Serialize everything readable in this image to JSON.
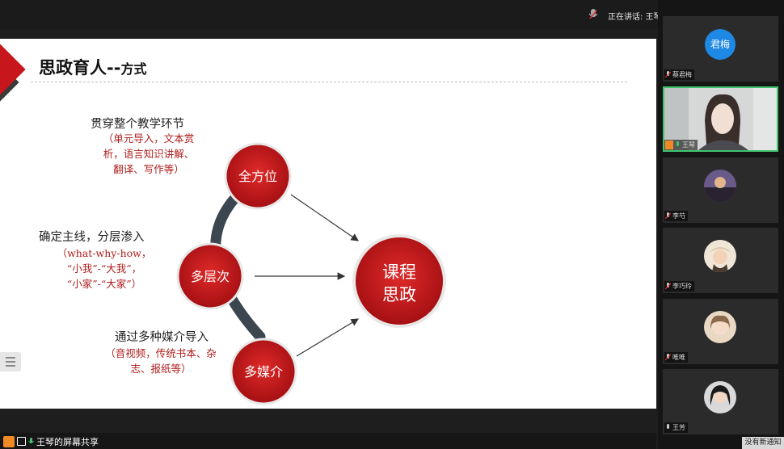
{
  "topbar": {
    "speaking_label": "正在讲话: 王琴;"
  },
  "slide": {
    "title_main": "思政育人--",
    "title_sub": "方式",
    "nodes": {
      "top": "全方位",
      "middle": "多层次",
      "bottom": "多媒介"
    },
    "center": {
      "line1": "课程",
      "line2": "思政"
    },
    "texts": {
      "top_black": "贯穿整个教学环节",
      "top_red": [
        "（单元导入，文本赏",
        "析，语言知识讲解、",
        "翻译、写作等）"
      ],
      "mid_black": "确定主线，分层渗入",
      "mid_red": [
        "（what-why-how，",
        "“小我”-“大我”，",
        "“小家”-“大家”）"
      ],
      "bot_black": "通过多种媒介导入",
      "bot_red": [
        "（音视频，传统书本、杂",
        "志、报纸等）"
      ]
    }
  },
  "bottom": {
    "share_label": "王琴的屏幕共享",
    "notification": "没有新通知"
  },
  "participants": [
    {
      "name": "蔡君梅",
      "avatar_text": "君梅",
      "avatar_color": "#1e88e5"
    },
    {
      "name": "王琴",
      "video": true
    },
    {
      "name": "李芍"
    },
    {
      "name": "李巧玲"
    },
    {
      "name": "唯唯"
    },
    {
      "name": "王芳"
    }
  ],
  "colors": {
    "accent_red": "#c8161d",
    "text_red": "#b01c1c",
    "arc_dark": "#3c4650"
  }
}
